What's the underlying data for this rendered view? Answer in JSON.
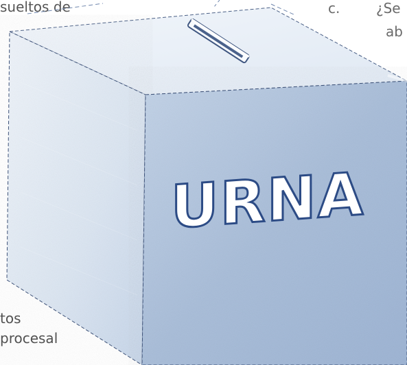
{
  "fragments": {
    "top_left": "sueltos de",
    "label_c": "c.",
    "top_right": "¿Se",
    "top_right_2": "ab",
    "bottom_left_1": "tos",
    "bottom_left_2": "procesal"
  },
  "box": {
    "label": "URNA",
    "colors": {
      "front": "#dce6f2",
      "side": "#aec1dc",
      "top": "#e7eef7",
      "edge": "#3b4f74",
      "letters": "#ffffff",
      "letters_stroke": "#27457d"
    }
  }
}
